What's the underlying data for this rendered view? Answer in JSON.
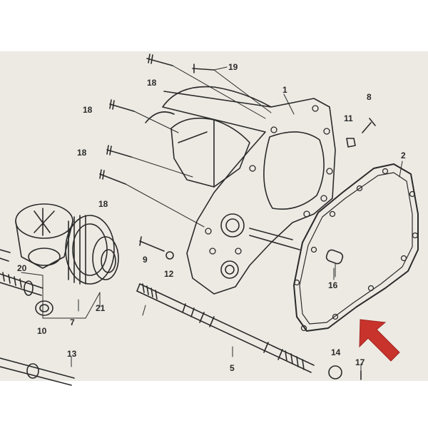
{
  "callouts": [
    {
      "id": "p1",
      "label": "1"
    },
    {
      "id": "p2",
      "label": "2"
    },
    {
      "id": "p5",
      "label": "5"
    },
    {
      "id": "p7",
      "label": "7"
    },
    {
      "id": "p8",
      "label": "8"
    },
    {
      "id": "p9",
      "label": "9"
    },
    {
      "id": "p10",
      "label": "10"
    },
    {
      "id": "p11",
      "label": "11"
    },
    {
      "id": "p12",
      "label": "12"
    },
    {
      "id": "p13",
      "label": "13"
    },
    {
      "id": "p14",
      "label": "14"
    },
    {
      "id": "p16",
      "label": "16"
    },
    {
      "id": "p17",
      "label": "17"
    },
    {
      "id": "p18a",
      "label": "18"
    },
    {
      "id": "p18b",
      "label": "18"
    },
    {
      "id": "p18c",
      "label": "18"
    },
    {
      "id": "p18d",
      "label": "18"
    },
    {
      "id": "p19",
      "label": "19"
    },
    {
      "id": "p20",
      "label": "20"
    },
    {
      "id": "p21",
      "label": "21"
    }
  ],
  "colors": {
    "paper": "#eceae3",
    "ink": "#2a2a2a",
    "arrow": "#c8342c"
  },
  "icons": {
    "pointer": "red-arrow-icon"
  }
}
